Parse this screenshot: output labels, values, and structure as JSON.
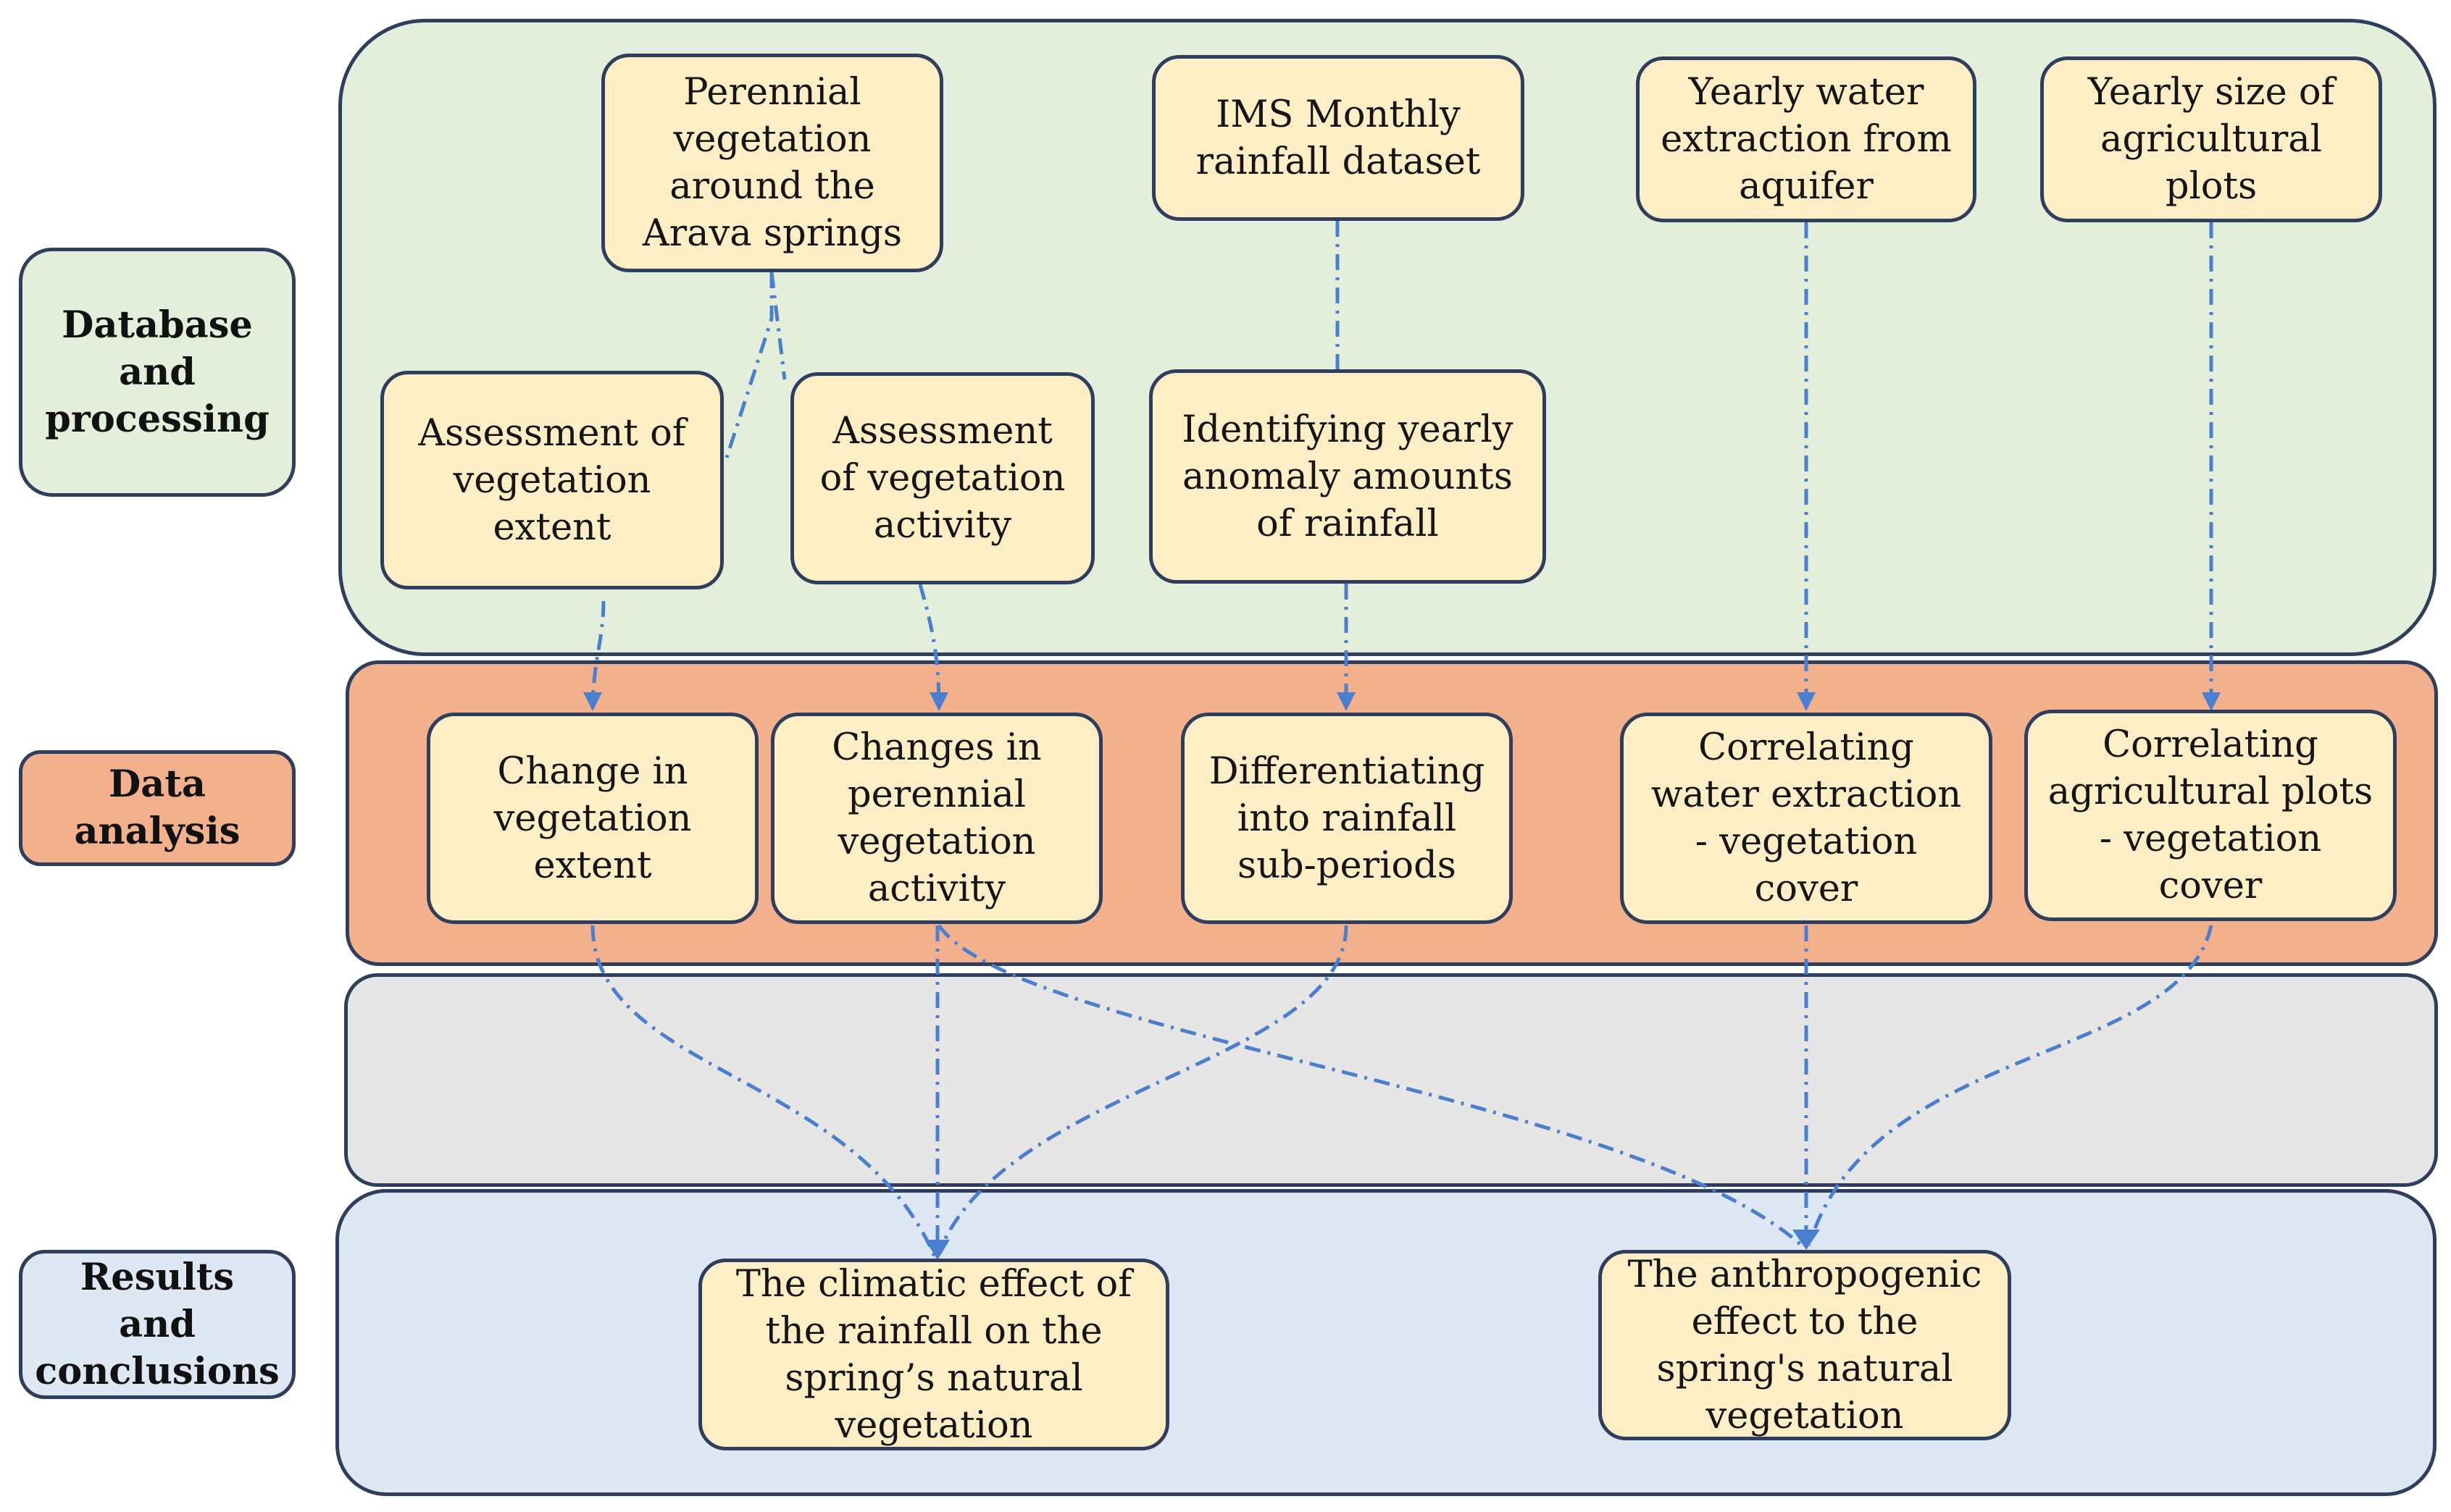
{
  "colors": {
    "database_band": "#e3efda",
    "analysis_band": "#f2b08c",
    "middle_band": "#e6e6e6",
    "results_band": "#dee8f4",
    "node_fill": "#fdeec6",
    "outline": "#2f3e5c",
    "arrow": "#4a7fd0"
  },
  "stage_labels": {
    "database": "Database\nand\nprocessing",
    "analysis": "Data\nanalysis",
    "results": "Results\nand\nconclusions"
  },
  "nodes": {
    "perennial_vegetation": "Perennial\nvegetation\naround the\nArava springs",
    "ims_rainfall": "IMS Monthly\nrainfall dataset",
    "water_extraction": "Yearly water\nextraction from\naquifer",
    "agricultural_plots_size": "Yearly size of\nagricultural\nplots",
    "assessment_extent": "Assessment of\nvegetation\nextent",
    "assessment_activity": "Assessment\nof vegetation\nactivity",
    "rainfall_anomaly": "Identifying yearly\nanomaly amounts\nof rainfall",
    "change_extent": "Change in\nvegetation\nextent",
    "changes_activity": "Changes in\nperennial\nvegetation\nactivity",
    "rainfall_subperiods": "Differentiating\ninto rainfall\nsub-periods",
    "correlating_water": "Correlating\nwater extraction\n- vegetation\ncover",
    "correlating_agri": "Correlating\nagricultural plots\n- vegetation\ncover",
    "climatic_effect": "The climatic effect of\nthe rainfall on the\nspring’s natural\nvegetation",
    "anthropogenic_effect": "The anthropogenic\neffect  to the\nspring's natural\nvegetation"
  }
}
